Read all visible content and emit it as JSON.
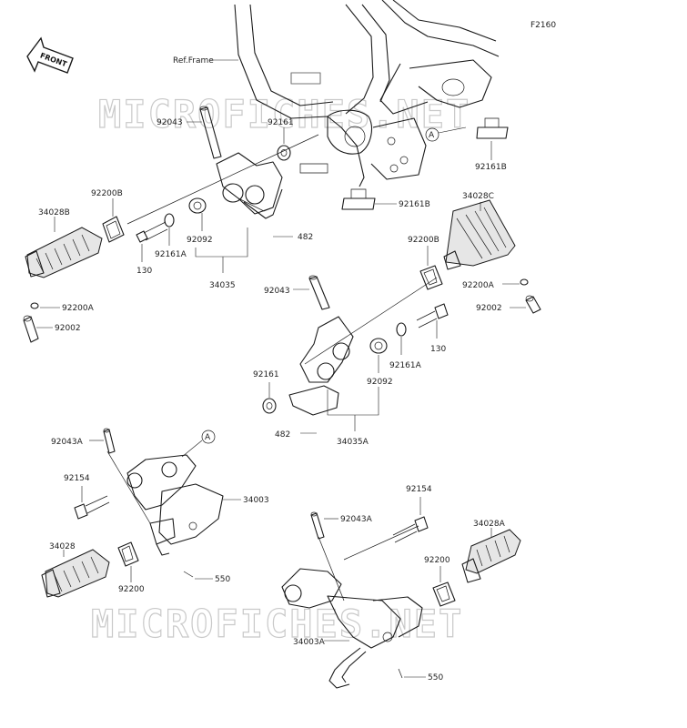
{
  "figure_code": "F2160",
  "front_label": "FRONT",
  "ref_label": "Ref.Frame",
  "watermark": "MICROFICHES.NET",
  "callout_a": "A",
  "parts": {
    "p92043": "92043",
    "p92161": "92161",
    "p92161B_1": "92161B",
    "p92161B_2": "92161B",
    "p34028B": "34028B",
    "p92200B_1": "92200B",
    "p92092_1": "92092",
    "p482_1": "482",
    "p130_1": "130",
    "p92161A_1": "92161A",
    "p34035": "34035",
    "p92200A_1": "92200A",
    "p92002_1": "92002",
    "p34028C": "34028C",
    "p92200B_2": "92200B",
    "p92043_2": "92043",
    "p92200A_2": "92200A",
    "p92002_2": "92002",
    "p130_2": "130",
    "p92161A_2": "92161A",
    "p92161_2": "92161",
    "p92092_2": "92092",
    "p482_2": "482",
    "p34035A": "34035A",
    "p92043A_1": "92043A",
    "p92154_1": "92154",
    "p34003": "34003",
    "p34028": "34028",
    "p92200_1": "92200",
    "p550_1": "550",
    "p92154_2": "92154",
    "p92043A_2": "92043A",
    "p34028A": "34028A",
    "p92200_2": "92200",
    "p34003A": "34003A",
    "p550_2": "550"
  }
}
